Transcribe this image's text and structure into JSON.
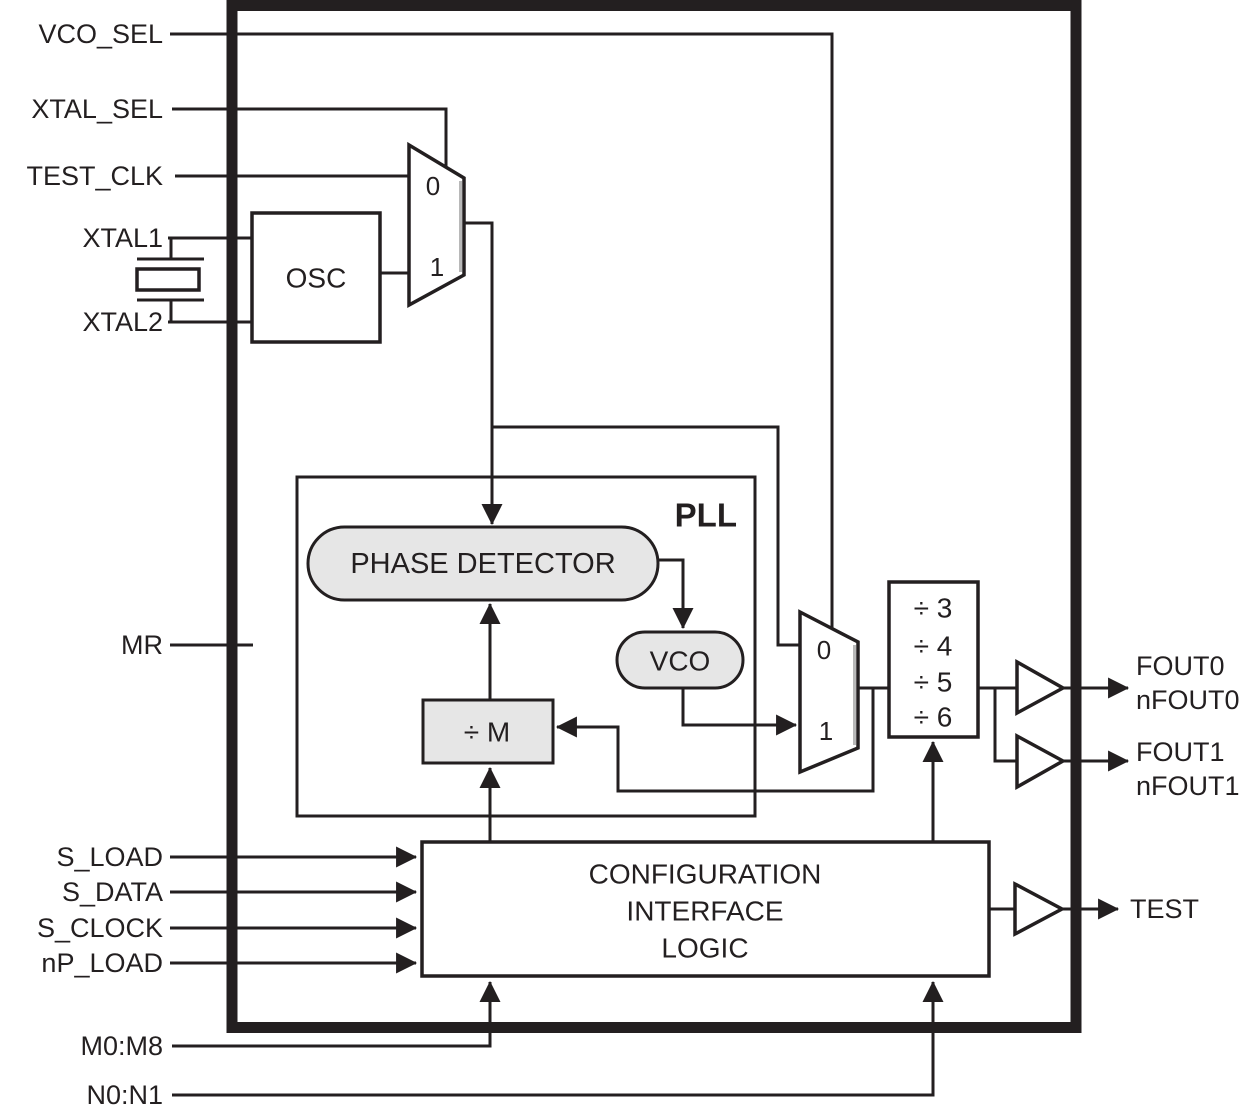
{
  "pins": {
    "vco_sel": "VCO_SEL",
    "xtal_sel": "XTAL_SEL",
    "test_clk": "TEST_CLK",
    "xtal1": "XTAL1",
    "xtal2": "XTAL2",
    "mr": "MR",
    "s_load": "S_LOAD",
    "s_data": "S_DATA",
    "s_clock": "S_CLOCK",
    "np_load": "nP_LOAD",
    "m_bus": "M0:M8",
    "n_bus": "N0:N1",
    "fout0": "FOUT0",
    "nfout0": "nFOUT0",
    "fout1": "FOUT1",
    "nfout1": "nFOUT1",
    "test": "TEST"
  },
  "blocks": {
    "osc": "OSC",
    "pll": "PLL",
    "phase_detector": "PHASE DETECTOR",
    "vco": "VCO",
    "divide_m": "÷ M",
    "mux_ref": {
      "in0": "0",
      "in1": "1"
    },
    "mux_vco": {
      "in0": "0",
      "in1": "1"
    },
    "output_divider": {
      "options": [
        "÷ 3",
        "÷ 4",
        "÷ 5",
        "÷ 6"
      ]
    },
    "config": {
      "line1": "CONFIGURATION",
      "line2": "INTERFACE",
      "line3": "LOGIC"
    }
  },
  "colors": {
    "line": "#231f20",
    "block-fill": "#e6e6e6",
    "bg": "#ffffff"
  }
}
